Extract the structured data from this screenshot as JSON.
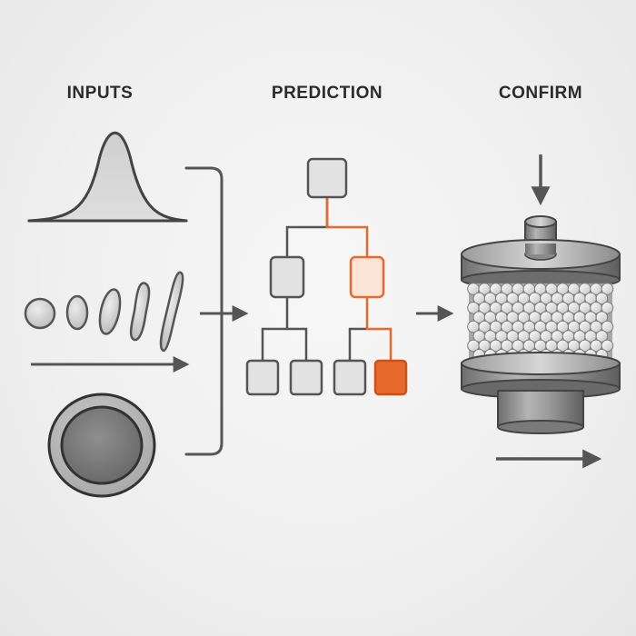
{
  "columns": {
    "inputs": {
      "title": "INPUTS"
    },
    "prediction": {
      "title": "PREDICTION"
    },
    "confirm": {
      "title": "CONFIRM"
    }
  },
  "colors": {
    "background": "#efefef",
    "stroke": "#555555",
    "node_fill": "#e2e2e2",
    "highlight": "#e8692c",
    "highlight_light": "#fbe3d6",
    "metal": "#8c8c8c"
  },
  "icons": {
    "distribution": "bell-curve-icon",
    "shapes": "particle-shape-sequence-icon",
    "cross_section": "ring-cross-section-icon",
    "tree": "decision-tree-icon",
    "press": "compression-press-icon"
  }
}
